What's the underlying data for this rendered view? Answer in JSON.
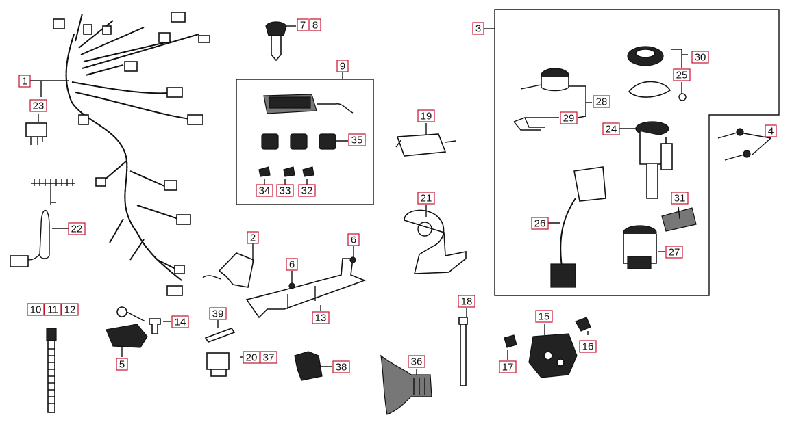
{
  "diagram": {
    "callouts": {
      "c1": "1",
      "c2": "2",
      "c3": "3",
      "c4": "4",
      "c5": "5",
      "c6a": "6",
      "c6b": "6",
      "c7": "7",
      "c8": "8",
      "c9": "9",
      "c10": "10",
      "c11": "11",
      "c12": "12",
      "c13": "13",
      "c14": "14",
      "c15": "15",
      "c16": "16",
      "c17": "17",
      "c18": "18",
      "c19": "19",
      "c20": "20",
      "c21": "21",
      "c22": "22",
      "c23": "23",
      "c24": "24",
      "c25": "25",
      "c26": "26",
      "c27": "27",
      "c28": "28",
      "c29": "29",
      "c30": "30",
      "c31": "31",
      "c32": "32",
      "c33": "33",
      "c34": "34",
      "c35": "35",
      "c36": "36",
      "c37": "37",
      "c38": "38",
      "c39": "39"
    },
    "colors": {
      "callout_border": "#c8102e",
      "line": "#111111"
    }
  }
}
